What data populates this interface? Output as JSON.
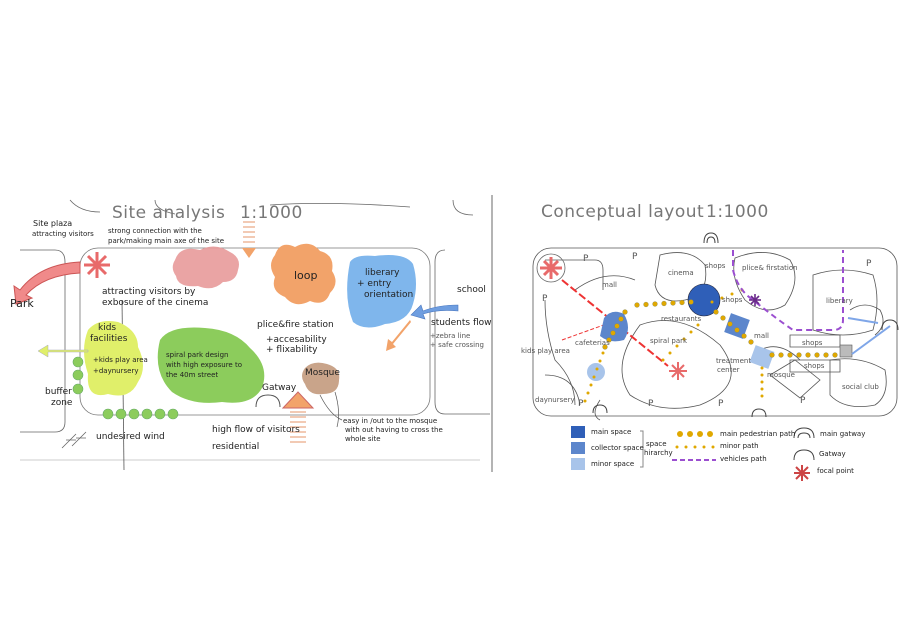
{
  "site_analysis": {
    "title": "Site analysis",
    "scale": "1:1000",
    "labels": {
      "site_plaza": "Site plaza",
      "attracting_visitors": "attracting visitors",
      "strong_connection_1": "strong connection with the",
      "strong_connection_2": "park/making main axe of the site",
      "park": "Park",
      "cinema_1": "attracting visitors by",
      "cinema_2": "exbosure of the cinema",
      "loop": "loop",
      "library_1": "liberary",
      "library_2": "+ entry",
      "library_3": "orientation",
      "school": "school",
      "students_flow": "students flow",
      "zebra": "+zebra line",
      "safe_crossing": "+ safe crossing",
      "police": "plice&fire station",
      "access_1": "+accesability",
      "access_2": "+ flixability",
      "kids_1": "kids",
      "kids_2": "facilities",
      "kids_play": "+kids play area",
      "daynursery": "+daynursery",
      "spiral_1": "spiral park design",
      "spiral_2": "with high exposure to",
      "spiral_3": "the 40m street",
      "mosque": "Mosque",
      "gatway": "Gatway",
      "high_flow": "high flow of visitors",
      "residential": "residential",
      "mosque_note_1": "easy in /out to the mosque",
      "mosque_note_2": "with out having to cross the",
      "mosque_note_3": "whole site",
      "buffer_1": "buffer",
      "buffer_2": "zone",
      "wind": "undesired wind"
    },
    "colors": {
      "cinema": "#e89a9a",
      "loop": "#f2a36a",
      "library": "#7fb6ec",
      "kids": "#e0ef6a",
      "park": "#8ccc5c",
      "mosque": "#c9a48a",
      "focal": "#e86a6a"
    }
  },
  "conceptual_layout": {
    "title": "Conceptual layout",
    "scale": "1:1000",
    "parking": "P",
    "labels": {
      "cinema": "cinema",
      "shops_top": "shops",
      "police": "plice& firstation",
      "mall_left": "mall",
      "shops_mid": "shops",
      "library": "liberary",
      "restaurants": "restaurants",
      "cafeterias": "cafeterias",
      "spiral_park": "spiral park",
      "mall_right": "mall",
      "shops_r1": "shops",
      "shops_r2": "shops",
      "kids_play": "kids play area",
      "treatment": "treatment",
      "center": "center",
      "mosque": "mosque",
      "social_club": "social club",
      "daynursery": "daynursery"
    },
    "legend": {
      "main_space": "main space",
      "collector_space": "collector space",
      "minor_space": "minor space",
      "space_hierarchy_1": "space",
      "space_hierarchy_2": "hirarchy",
      "main_path": "main pedestrian path",
      "minor_path": "minor path",
      "vehicles_path": "vehicles path",
      "main_gatway": "main gatway",
      "gatway": "Gatway",
      "focal_point": "focal point"
    },
    "colors": {
      "main": "#2f5fb8",
      "collector": "#5c86cc",
      "minor": "#a8c4ea",
      "path": "#e0a800",
      "vehicle": "#9b4fd0"
    }
  }
}
